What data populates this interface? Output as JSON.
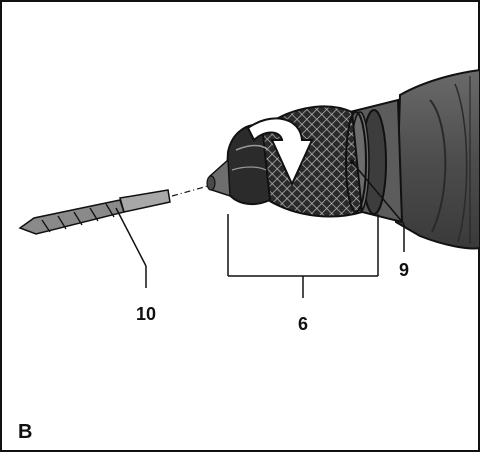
{
  "figure": {
    "corner_label": "B",
    "callouts": {
      "drill_bit": "10",
      "chuck": "6",
      "ring": "9"
    },
    "colors": {
      "ink": "#111111",
      "body": "#4a4a4a",
      "body_dark": "#2e2e2e",
      "chuck_sleeve": "#1c1c1c",
      "bit": "#8a8a8a",
      "arrow": "#ffffff"
    }
  }
}
